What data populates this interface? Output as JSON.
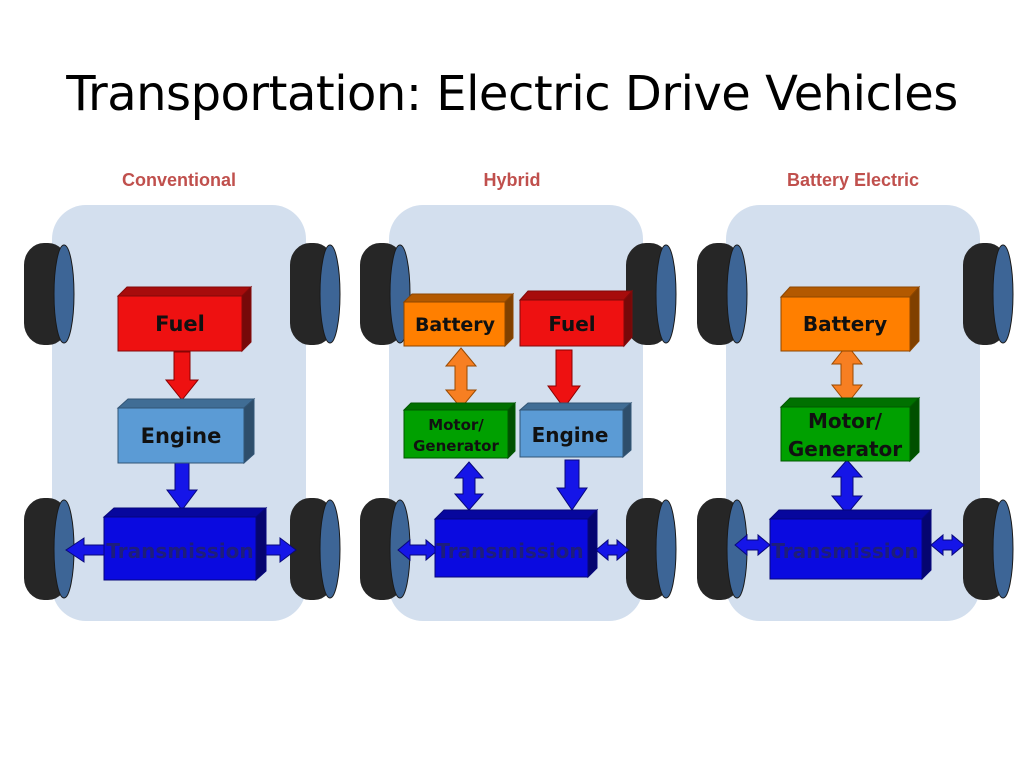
{
  "title": "Transportation:  Electric Drive Vehicles",
  "colors": {
    "chassis": "#d3dfee",
    "tire": "#262626",
    "tire_face": "#3d6596",
    "fuel": "#ee1111",
    "engine": "#5b9bd5",
    "battery": "#ff7f00",
    "motor": "#00a000",
    "transmission": "#0a0ae0",
    "fuel_arrow": "#ee1111",
    "battery_arrow": "#f77f22",
    "drive_arrow": "#1515e8",
    "column_label": "#c0504d"
  },
  "columns": [
    {
      "label": "Conventional",
      "fuel_label": "Fuel",
      "engine_label": "Engine",
      "transmission_label": "Transmission"
    },
    {
      "label": "Hybrid",
      "battery_label": "Battery",
      "fuel_label": "Fuel",
      "motor_label_line1": "Motor/",
      "motor_label_line2": "Generator",
      "engine_label": "Engine",
      "transmission_label": "Transmission"
    },
    {
      "label": "Battery Electric",
      "battery_label": "Battery",
      "motor_label_line1": "Motor/",
      "motor_label_line2": "Generator",
      "transmission_label": "Transmission"
    }
  ]
}
